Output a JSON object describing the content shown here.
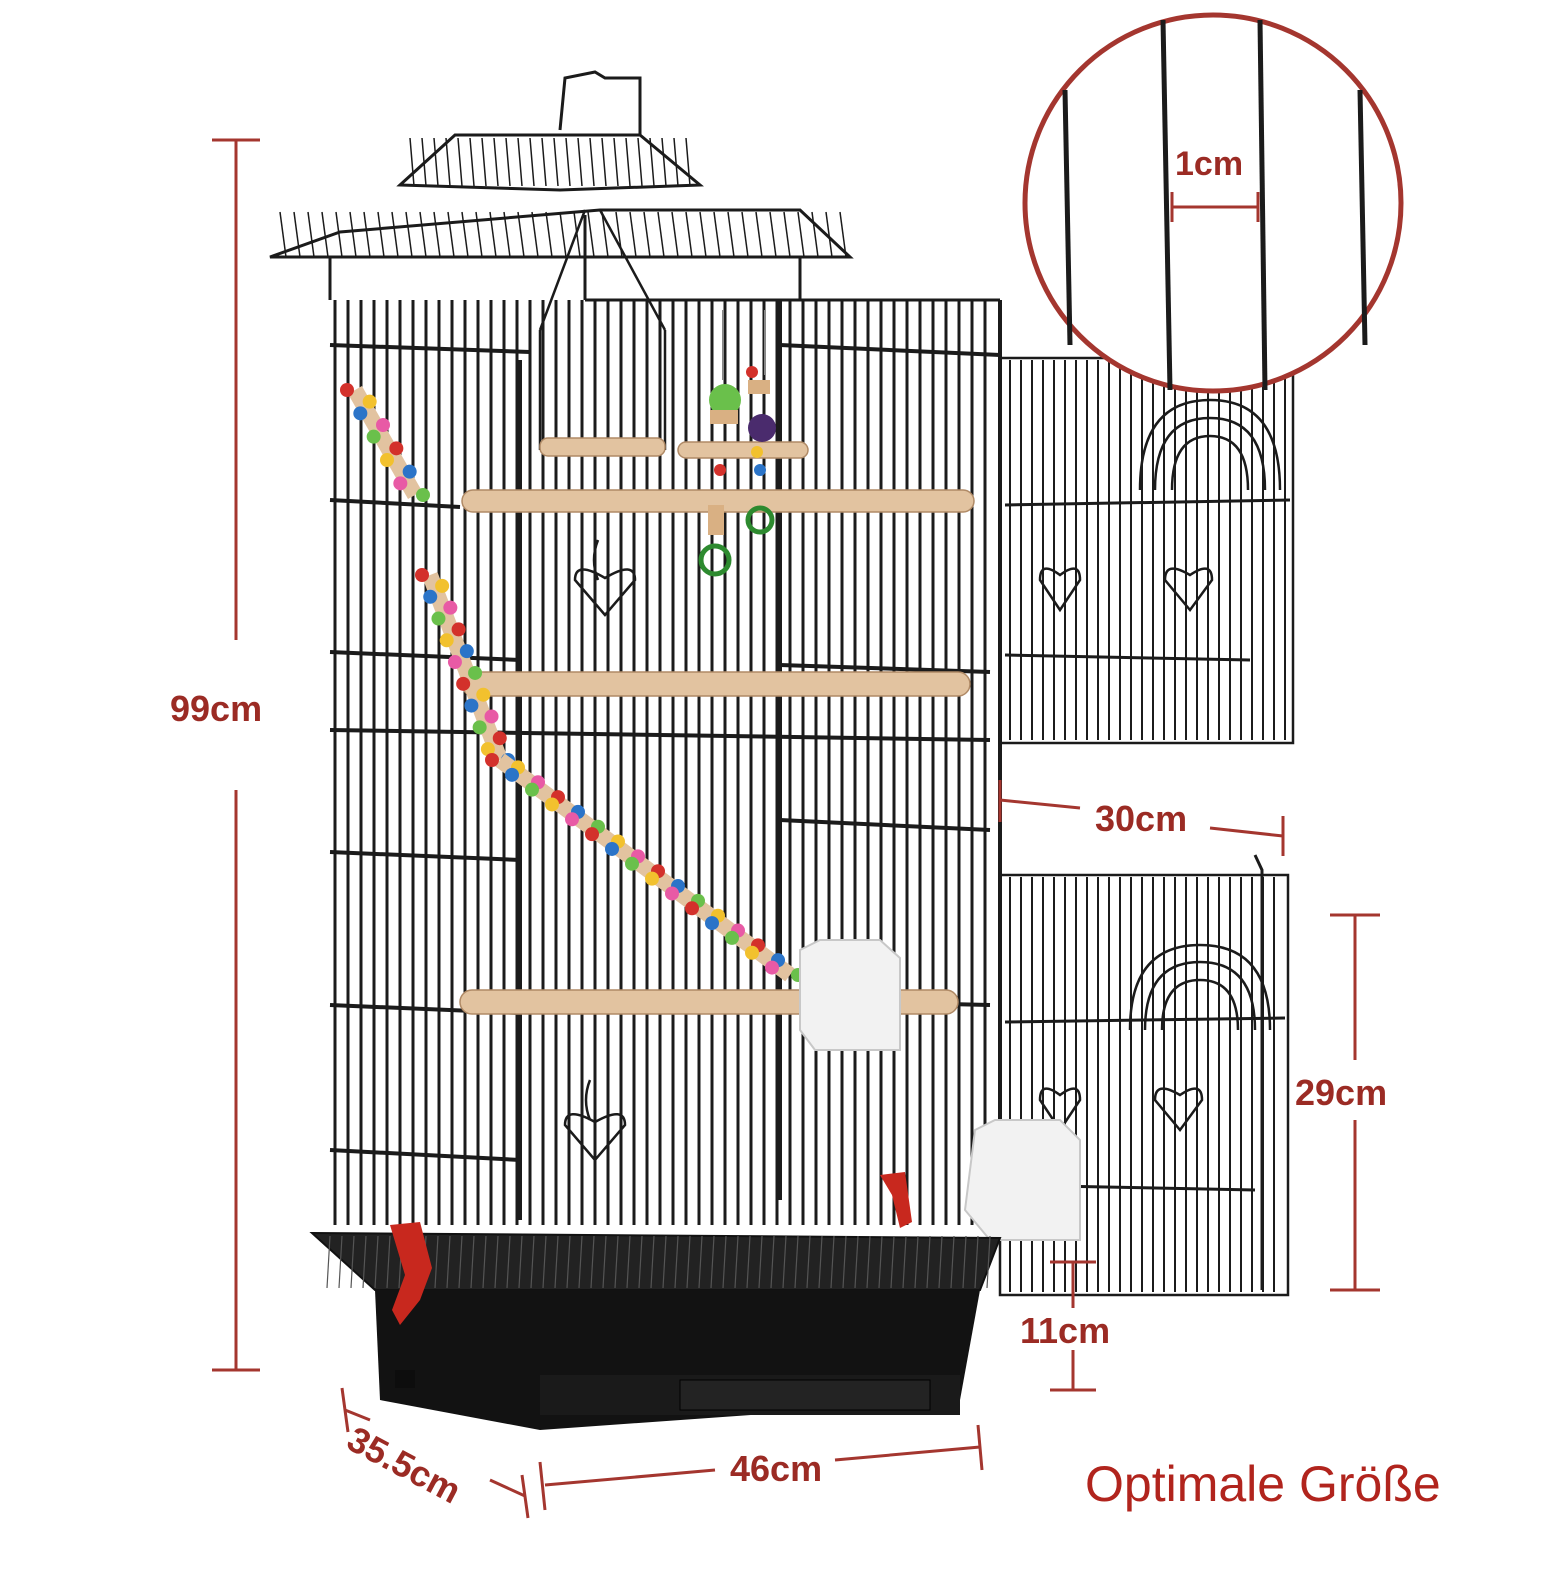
{
  "image": {
    "subject": "black metal bird cage with wooden perches, toys, ladders, feeders and open doors, annotated with dimensions"
  },
  "dimensions": {
    "height": "99cm",
    "door_width": "30cm",
    "door_height": "29cm",
    "base_height": "11cm",
    "width": "46cm",
    "depth": "35.5cm",
    "bar_spacing": "1cm"
  },
  "headline": "Optimale Größe",
  "colors": {
    "dimension_lines": "#a4362f",
    "dimension_text": "#9b2b24",
    "headline": "#b1241d",
    "cage_wire": "#1b1b1b",
    "wood": "#e2c3a0",
    "base_tray": "#141414",
    "clip": "#c8281e"
  }
}
